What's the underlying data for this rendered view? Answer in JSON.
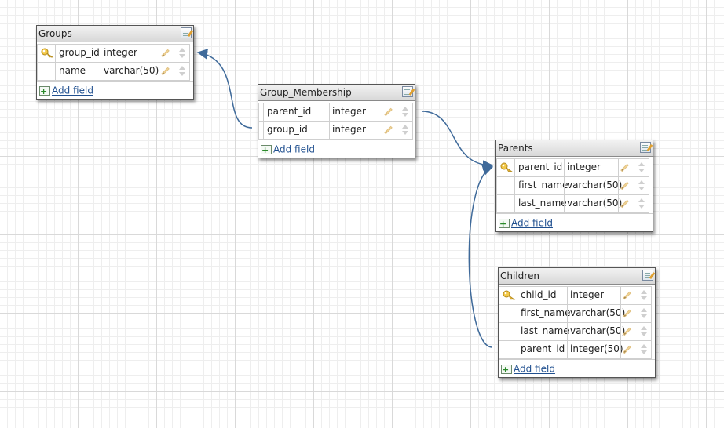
{
  "tables": [
    {
      "name": "Groups",
      "fields": [
        {
          "name": "group_id",
          "type": "integer",
          "primary_key": true
        },
        {
          "name": "name",
          "type": "varchar(50)",
          "primary_key": false
        }
      ],
      "add_label": "Add field"
    },
    {
      "name": "Group_Membership",
      "fields": [
        {
          "name": "parent_id",
          "type": "integer",
          "primary_key": false
        },
        {
          "name": "group_id",
          "type": "integer",
          "primary_key": false
        }
      ],
      "add_label": "Add field"
    },
    {
      "name": "Parents",
      "fields": [
        {
          "name": "parent_id",
          "type": "integer",
          "primary_key": true
        },
        {
          "name": "first_name",
          "type": "varchar(50)",
          "primary_key": false
        },
        {
          "name": "last_name",
          "type": "varchar(50)",
          "primary_key": false
        }
      ],
      "add_label": "Add field"
    },
    {
      "name": "Children",
      "fields": [
        {
          "name": "child_id",
          "type": "integer",
          "primary_key": true
        },
        {
          "name": "first_name",
          "type": "varchar(50)",
          "primary_key": false
        },
        {
          "name": "last_name",
          "type": "varchar(50)",
          "primary_key": false
        },
        {
          "name": "parent_id",
          "type": "integer(50)",
          "primary_key": false
        }
      ],
      "add_label": "Add field"
    }
  ],
  "relationships": [
    {
      "from": "Group_Membership.group_id",
      "to": "Groups.group_id"
    },
    {
      "from": "Group_Membership.parent_id",
      "to": "Parents.parent_id"
    },
    {
      "from": "Children.parent_id",
      "to": "Parents.parent_id"
    }
  ],
  "colors": {
    "connector": "#3f6a9a",
    "link": "#1f4f8f",
    "grid_major": "#d9d9d9",
    "grid_minor": "#eeeeee"
  },
  "icons": {
    "primary_key": "key-icon",
    "edit_table": "edit-icon",
    "edit_field": "pencil-icon",
    "reorder": "updown-icon",
    "add_field": "add-icon"
  }
}
